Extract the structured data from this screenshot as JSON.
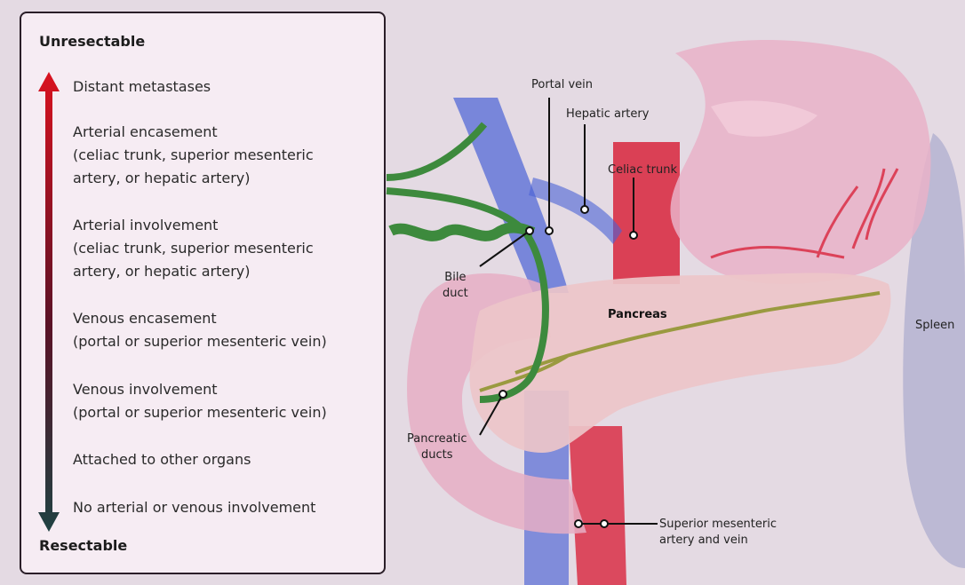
{
  "scale": {
    "top_label": "Unresectable",
    "bottom_label": "Resectable",
    "arrow_top_color": "#d9121f",
    "arrow_bottom_color": "#1f4142",
    "levels": [
      "Distant metastases",
      "Arterial encasement\n(celiac trunk, superior mesenteric\nartery, or hepatic artery)",
      "Arterial involvement\n(celiac trunk, superior mesenteric\nartery, or hepatic artery)",
      "Venous encasement\n(portal or superior mesenteric vein)",
      "Venous involvement\n(portal or superior mesenteric vein)",
      "Attached to other organs",
      "No arterial or venous involvement"
    ]
  },
  "anatomy": {
    "portal_vein": "Portal vein",
    "hepatic_artery": "Hepatic artery",
    "celiac_trunk": "Celiac trunk",
    "bile_duct": "Bile\nduct",
    "pancreas": "Pancreas",
    "spleen": "Spleen",
    "pancreatic_ducts": "Pancreatic\nducts",
    "sma_vein": "Superior mesenteric\nartery and vein"
  },
  "colors": {
    "artery": "#d8243c",
    "vein": "#4a62d6",
    "bile": "#3d8a3d",
    "pancreas": "#edc6c9",
    "stomach": "#e9b2c8"
  }
}
